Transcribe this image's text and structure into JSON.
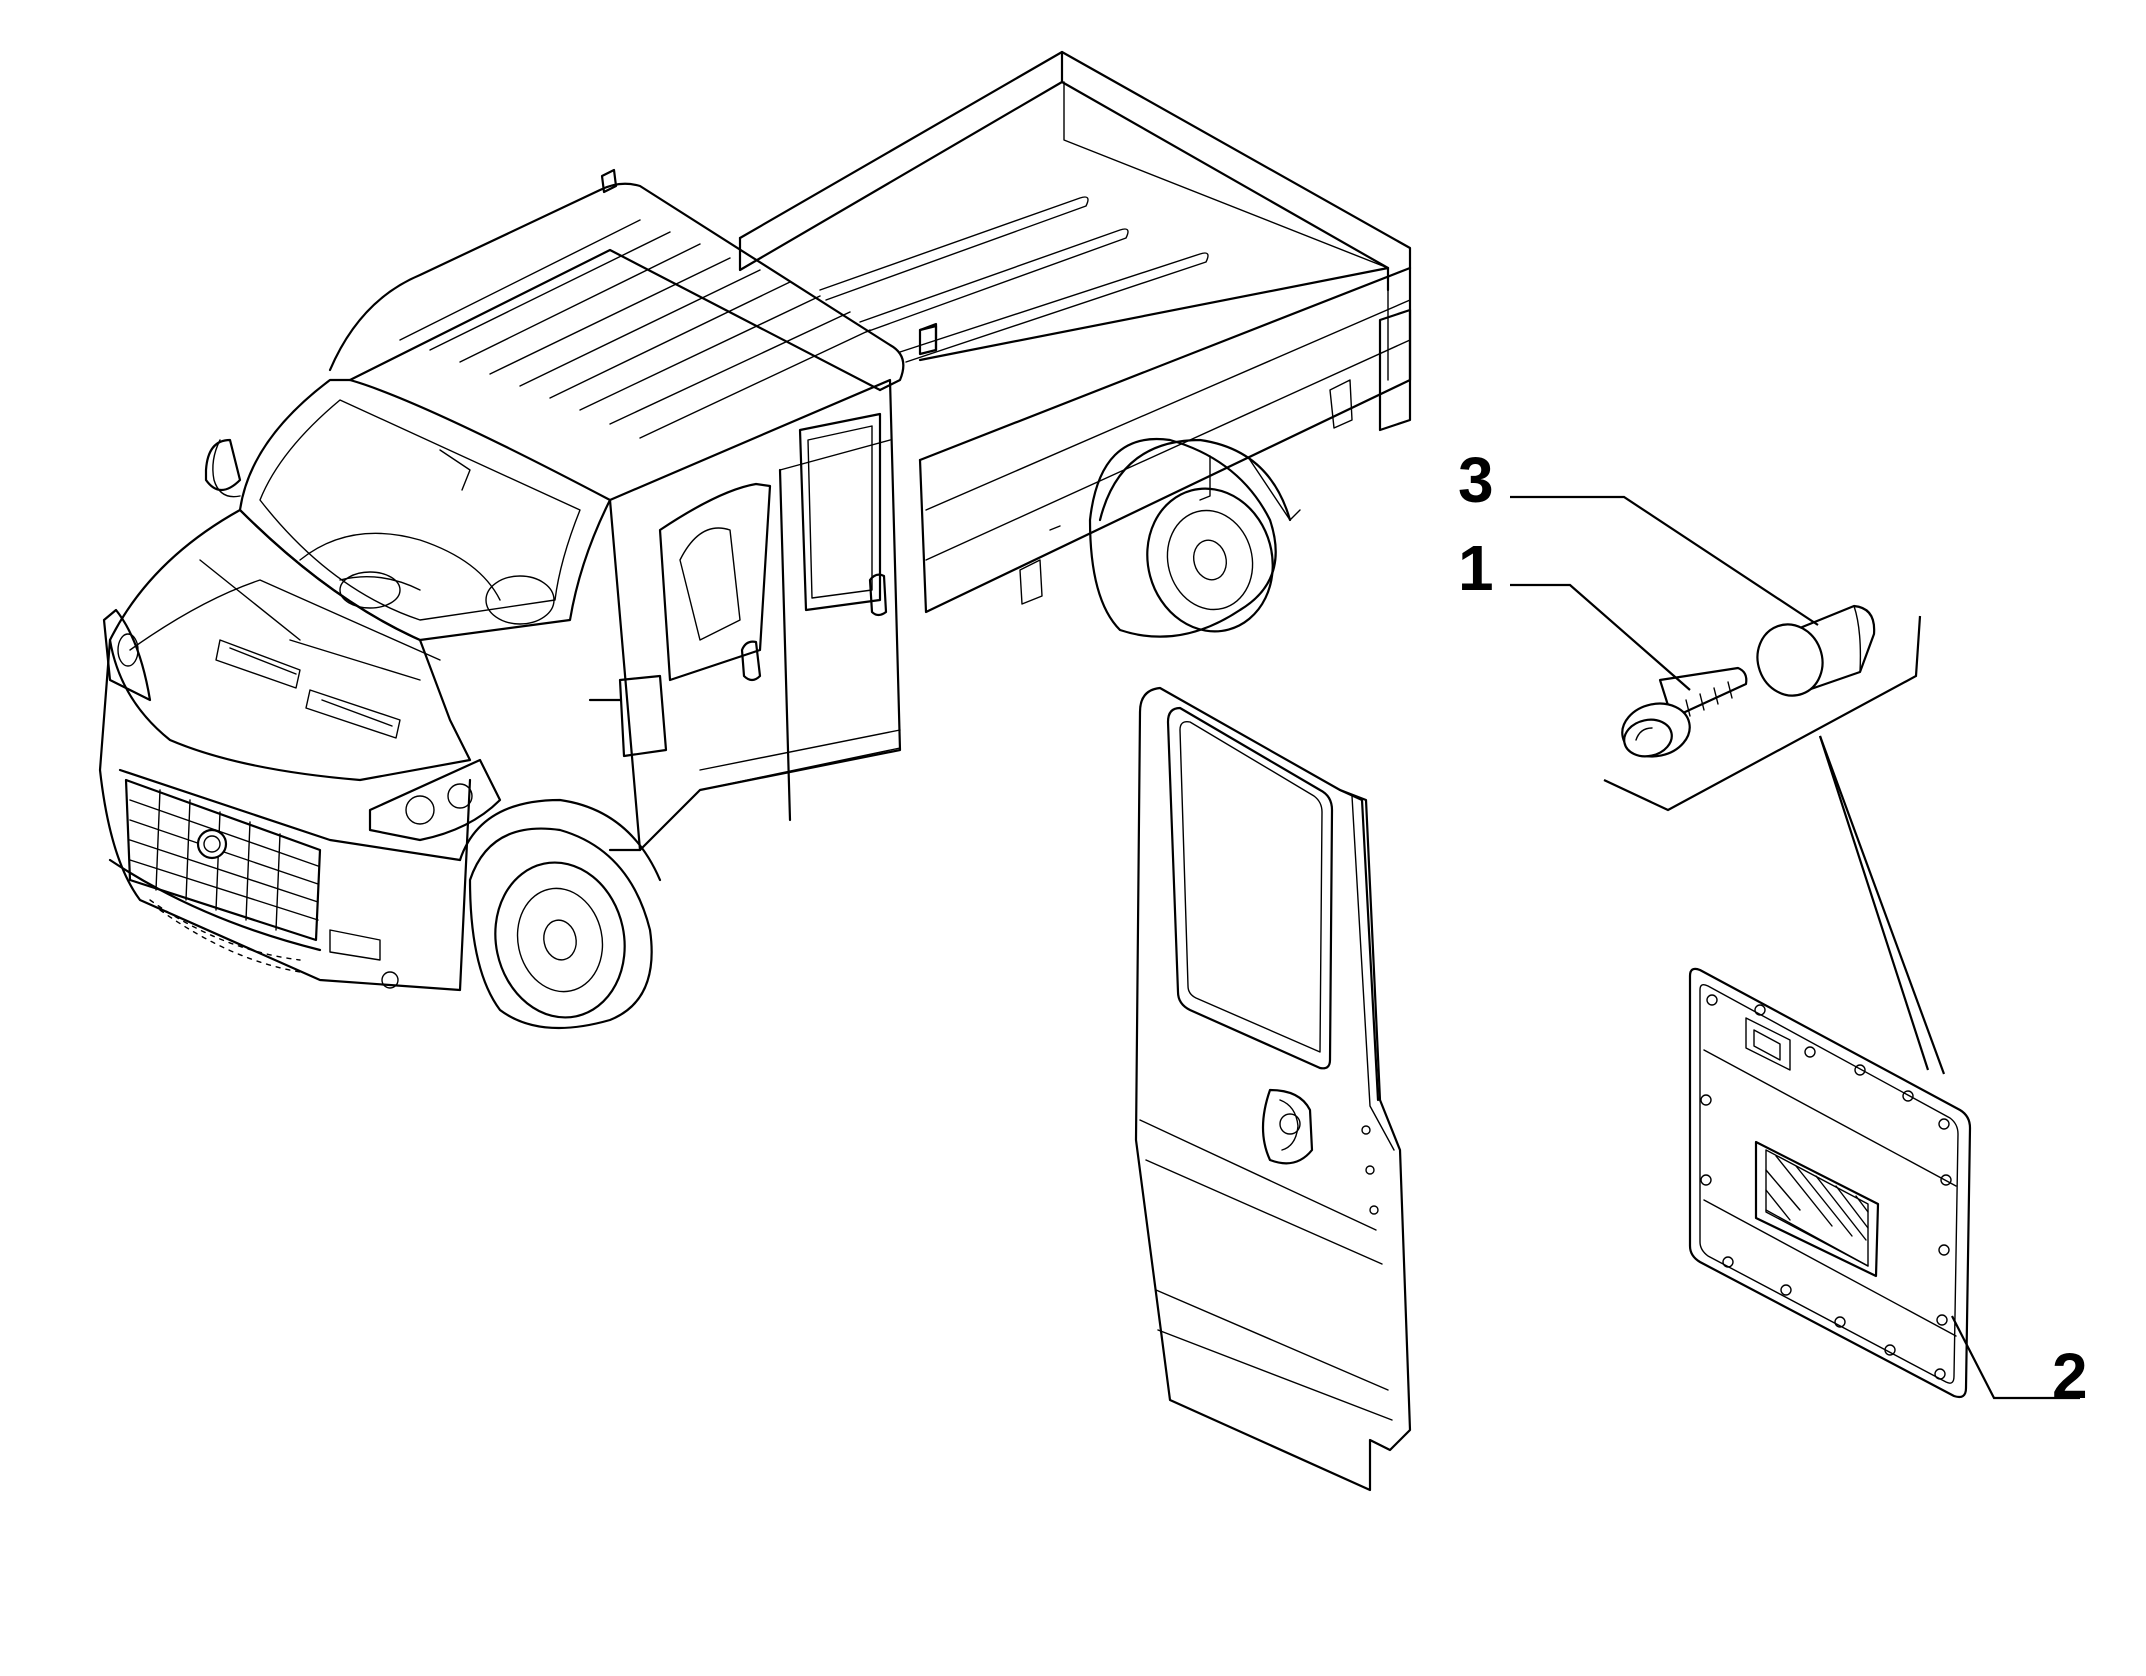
{
  "callouts": [
    {
      "id": "1",
      "label": "1"
    },
    {
      "id": "2",
      "label": "2"
    },
    {
      "id": "3",
      "label": "3"
    }
  ],
  "colors": {
    "line": "#000000",
    "background": "#ffffff"
  },
  "icons": [
    "truck-illustration",
    "door-panel-illustration",
    "screw-icon",
    "plug-icon",
    "protective-plate-illustration"
  ]
}
